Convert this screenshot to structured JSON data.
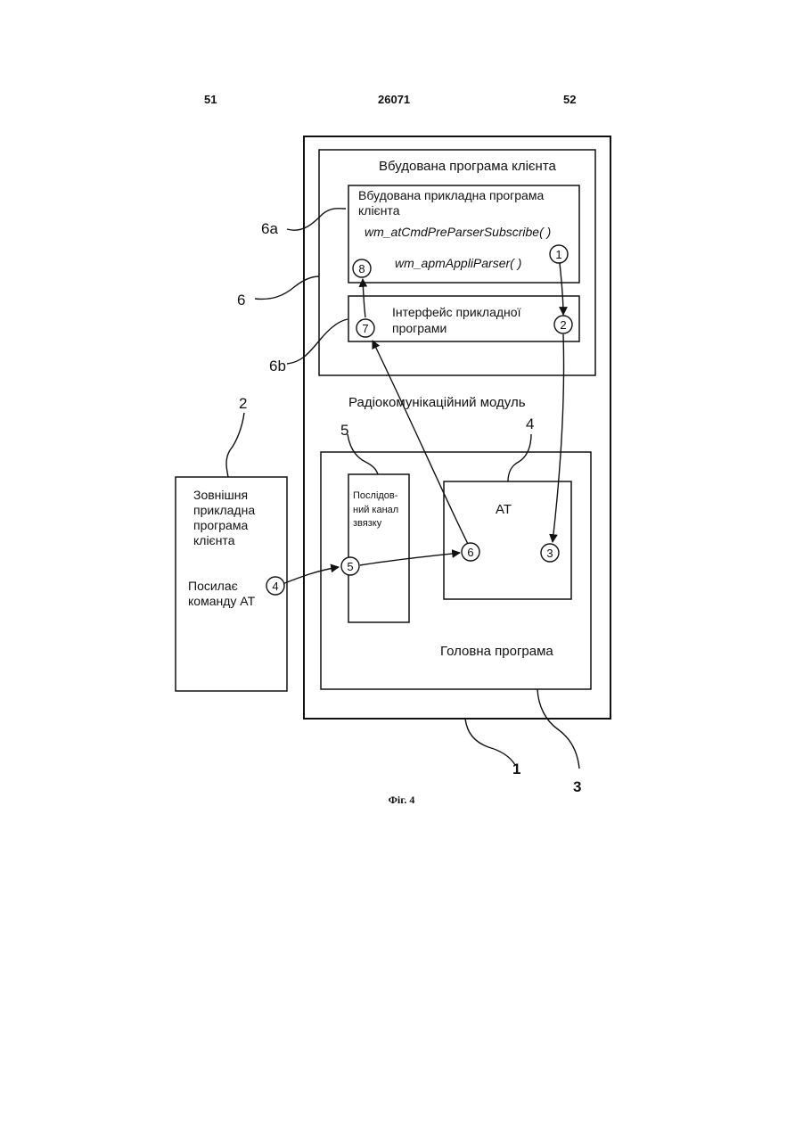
{
  "header": {
    "left_page": "51",
    "doc_number": "26071",
    "right_page": "52"
  },
  "diagram": {
    "embedded_program": "Вбудована програма клієнта",
    "embedded_app": {
      "line1": "Вбудована прикладна програма",
      "line2": "клієнта",
      "func1": "wm_atCmdPreParserSubscribe( )",
      "func2": "wm_apmAppliParser( )"
    },
    "app_interface": {
      "line1": "Інтерфейс прикладної",
      "line2": "програми"
    },
    "radio_module": "Радіокомунікаційний модуль",
    "serial_channel": {
      "line1": "Послідов-",
      "line2": "ний канал",
      "line3": "звязку"
    },
    "at_box": "AT",
    "main_program": "Головна програма",
    "external_app": {
      "line1": "Зовнішня",
      "line2": "прикладна",
      "line3": "програма",
      "line4": "клієнта",
      "sends1": "Посилає",
      "sends2": "команду AT"
    },
    "ref_labels": {
      "r1": "1",
      "r2": "2",
      "r3": "3",
      "r4": "4",
      "r5": "5",
      "r6": "6",
      "r6a": "6a",
      "r6b": "6b"
    },
    "steps": {
      "s1": "1",
      "s2": "2",
      "s3": "3",
      "s4": "4",
      "s5": "5",
      "s6": "6",
      "s7": "7",
      "s8": "8"
    }
  },
  "caption": "Фіг. 4"
}
